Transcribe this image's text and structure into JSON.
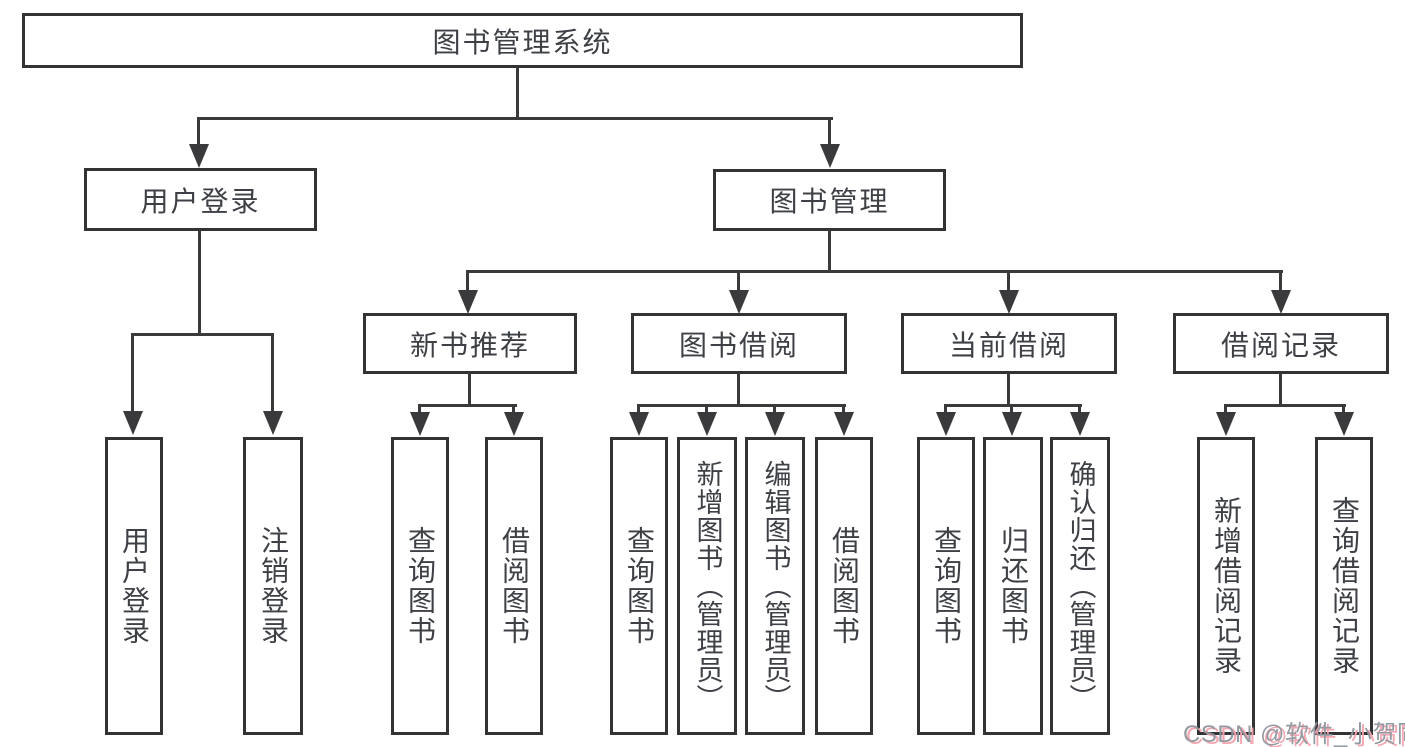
{
  "diagram": {
    "root": {
      "label": "图书管理系统"
    },
    "level2": [
      {
        "id": "user-login",
        "label": "用户登录"
      },
      {
        "id": "book-management",
        "label": "图书管理"
      }
    ],
    "level3": [
      {
        "id": "new-book-recommend",
        "label": "新书推荐"
      },
      {
        "id": "book-borrow",
        "label": "图书借阅"
      },
      {
        "id": "current-borrow",
        "label": "当前借阅"
      },
      {
        "id": "borrow-record",
        "label": "借阅记录"
      }
    ],
    "leaves": {
      "user_login_children": [
        {
          "label": "用户登录"
        },
        {
          "label": "注销登录"
        }
      ],
      "new_book_recommend_children": [
        {
          "label": "查询图书"
        },
        {
          "label": "借阅图书"
        }
      ],
      "book_borrow_children": [
        {
          "label": "查询图书"
        },
        {
          "label": "新增图书（管理员）"
        },
        {
          "label": "编辑图书（管理员）"
        },
        {
          "label": "借阅图书"
        }
      ],
      "current_borrow_children": [
        {
          "label": "查询图书"
        },
        {
          "label": "归还图书"
        },
        {
          "label": "确认归还（管理员）"
        }
      ],
      "borrow_record_children": [
        {
          "label": "新增借阅记录"
        },
        {
          "label": "查询借阅记录"
        }
      ]
    }
  },
  "watermark": {
    "text": "CSDN @软件_小贺同学"
  },
  "colors": {
    "line": "#3a3a3c",
    "box_border": "#323335",
    "box_background": "#ffffff",
    "text": "#3d4045",
    "page_background": "#ffffff",
    "watermark_text": "#8f959c",
    "watermark_shadow": "#f6a2ad"
  }
}
